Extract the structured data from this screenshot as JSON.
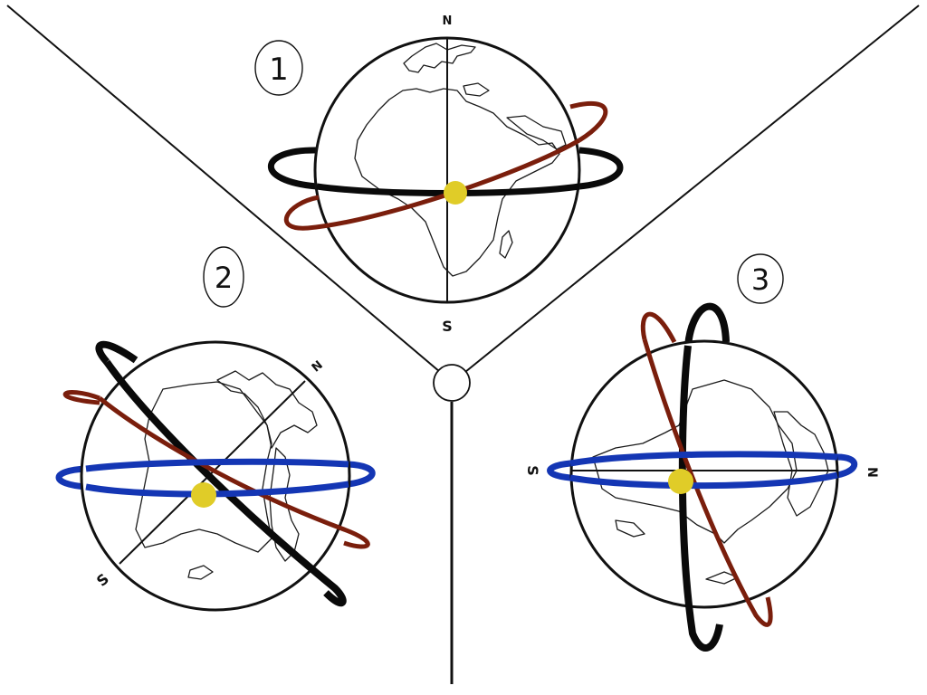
{
  "diagram": {
    "description": "Three Earth orientations with orbit rings",
    "colors": {
      "background": "#ffffff",
      "line": "#111111",
      "ring_black": "#0a0a0a",
      "ring_red": "#7a1e0c",
      "ring_blue": "#1436b4",
      "sun": "#e0cc28"
    },
    "center_node": {
      "label": ""
    },
    "panels": [
      {
        "number": "1",
        "north_label": "N",
        "south_label": "S",
        "continents": "Europe/Africa view",
        "rings": [
          "black",
          "red"
        ]
      },
      {
        "number": "2",
        "north_label": "N",
        "south_label": "S",
        "continents": "Tilted Africa/Europe view",
        "rings": [
          "black",
          "red",
          "blue"
        ]
      },
      {
        "number": "3",
        "north_label": "N",
        "south_label": "S",
        "continents": "Sideways Africa/Europe view",
        "rings": [
          "black",
          "red",
          "blue"
        ]
      }
    ]
  }
}
